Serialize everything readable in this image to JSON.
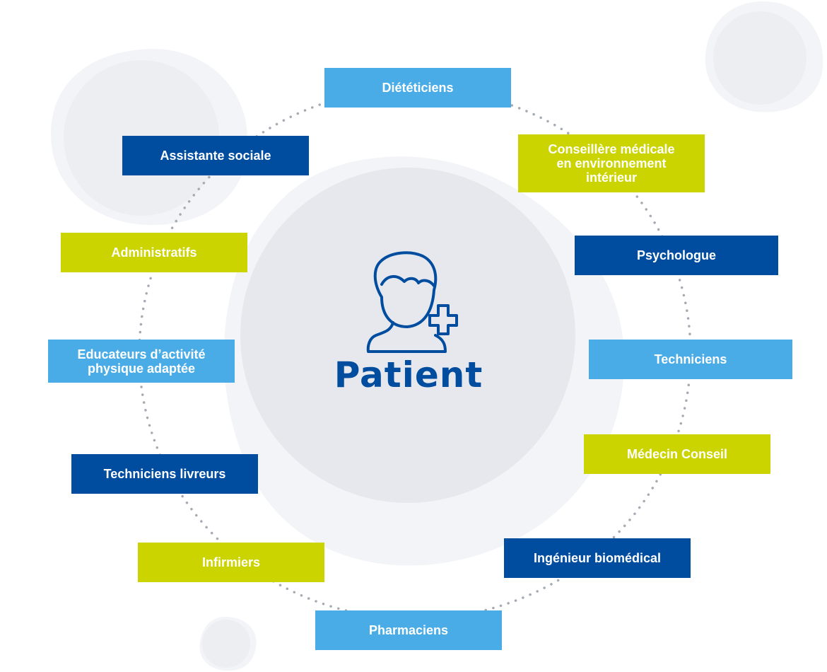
{
  "center": {
    "label": "Patient",
    "icon": "patient-plus-icon"
  },
  "roles": [
    {
      "id": "dieteticiens",
      "label": "Diététiciens",
      "color": "#4AACE6"
    },
    {
      "id": "conseillere",
      "label": "Conseillère médicale\nen environnement\nintérieur",
      "color": "#CCD400"
    },
    {
      "id": "psychologue",
      "label": "Psychologue",
      "color": "#004DA0"
    },
    {
      "id": "techniciens",
      "label": "Techniciens",
      "color": "#4AACE6"
    },
    {
      "id": "medecin-conseil",
      "label": "Médecin Conseil",
      "color": "#CCD400"
    },
    {
      "id": "ingenieur-biomedical",
      "label": "Ingénieur biomédical",
      "color": "#004DA0"
    },
    {
      "id": "pharmaciens",
      "label": "Pharmaciens",
      "color": "#4AACE6"
    },
    {
      "id": "infirmiers",
      "label": "Infirmiers",
      "color": "#CCD400"
    },
    {
      "id": "techniciens-livreurs",
      "label": "Techniciens livreurs",
      "color": "#004DA0"
    },
    {
      "id": "educateurs",
      "label": "Educateurs d’activité\nphysique adaptée",
      "color": "#4AACE6"
    },
    {
      "id": "administratifs",
      "label": "Administratifs",
      "color": "#CCD400"
    },
    {
      "id": "assistante-sociale",
      "label": "Assistante sociale",
      "color": "#004DA0"
    }
  ],
  "colors": {
    "primary_blue": "#004DA0",
    "light_blue": "#4AACE6",
    "lime": "#CCD400",
    "blob": "#F3F4F7",
    "circle": "#E6E8ED",
    "dots": "#A5AAB3"
  }
}
